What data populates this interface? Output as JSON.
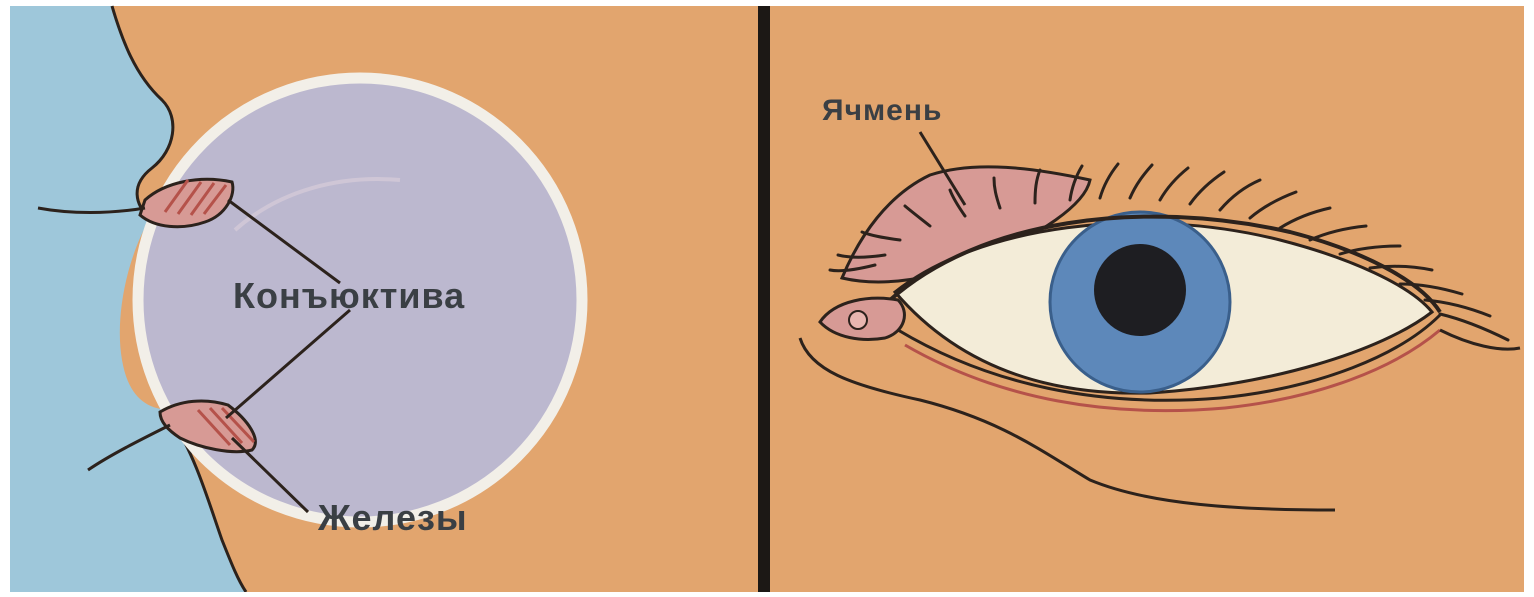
{
  "labels": {
    "conjunctiva": "Конъюктива",
    "glands": "Железы",
    "stye": "Ячмень"
  },
  "colors": {
    "skin": "#e2a56e",
    "background_blue": "#9ec7da",
    "eyeball": "#bcb8cf",
    "iris": "#5d88ba",
    "pupil": "#1e1e22",
    "sclera": "#f3ecd8",
    "stye": "#d79a95",
    "outline": "#2c221c",
    "divider": "#1c1815"
  }
}
